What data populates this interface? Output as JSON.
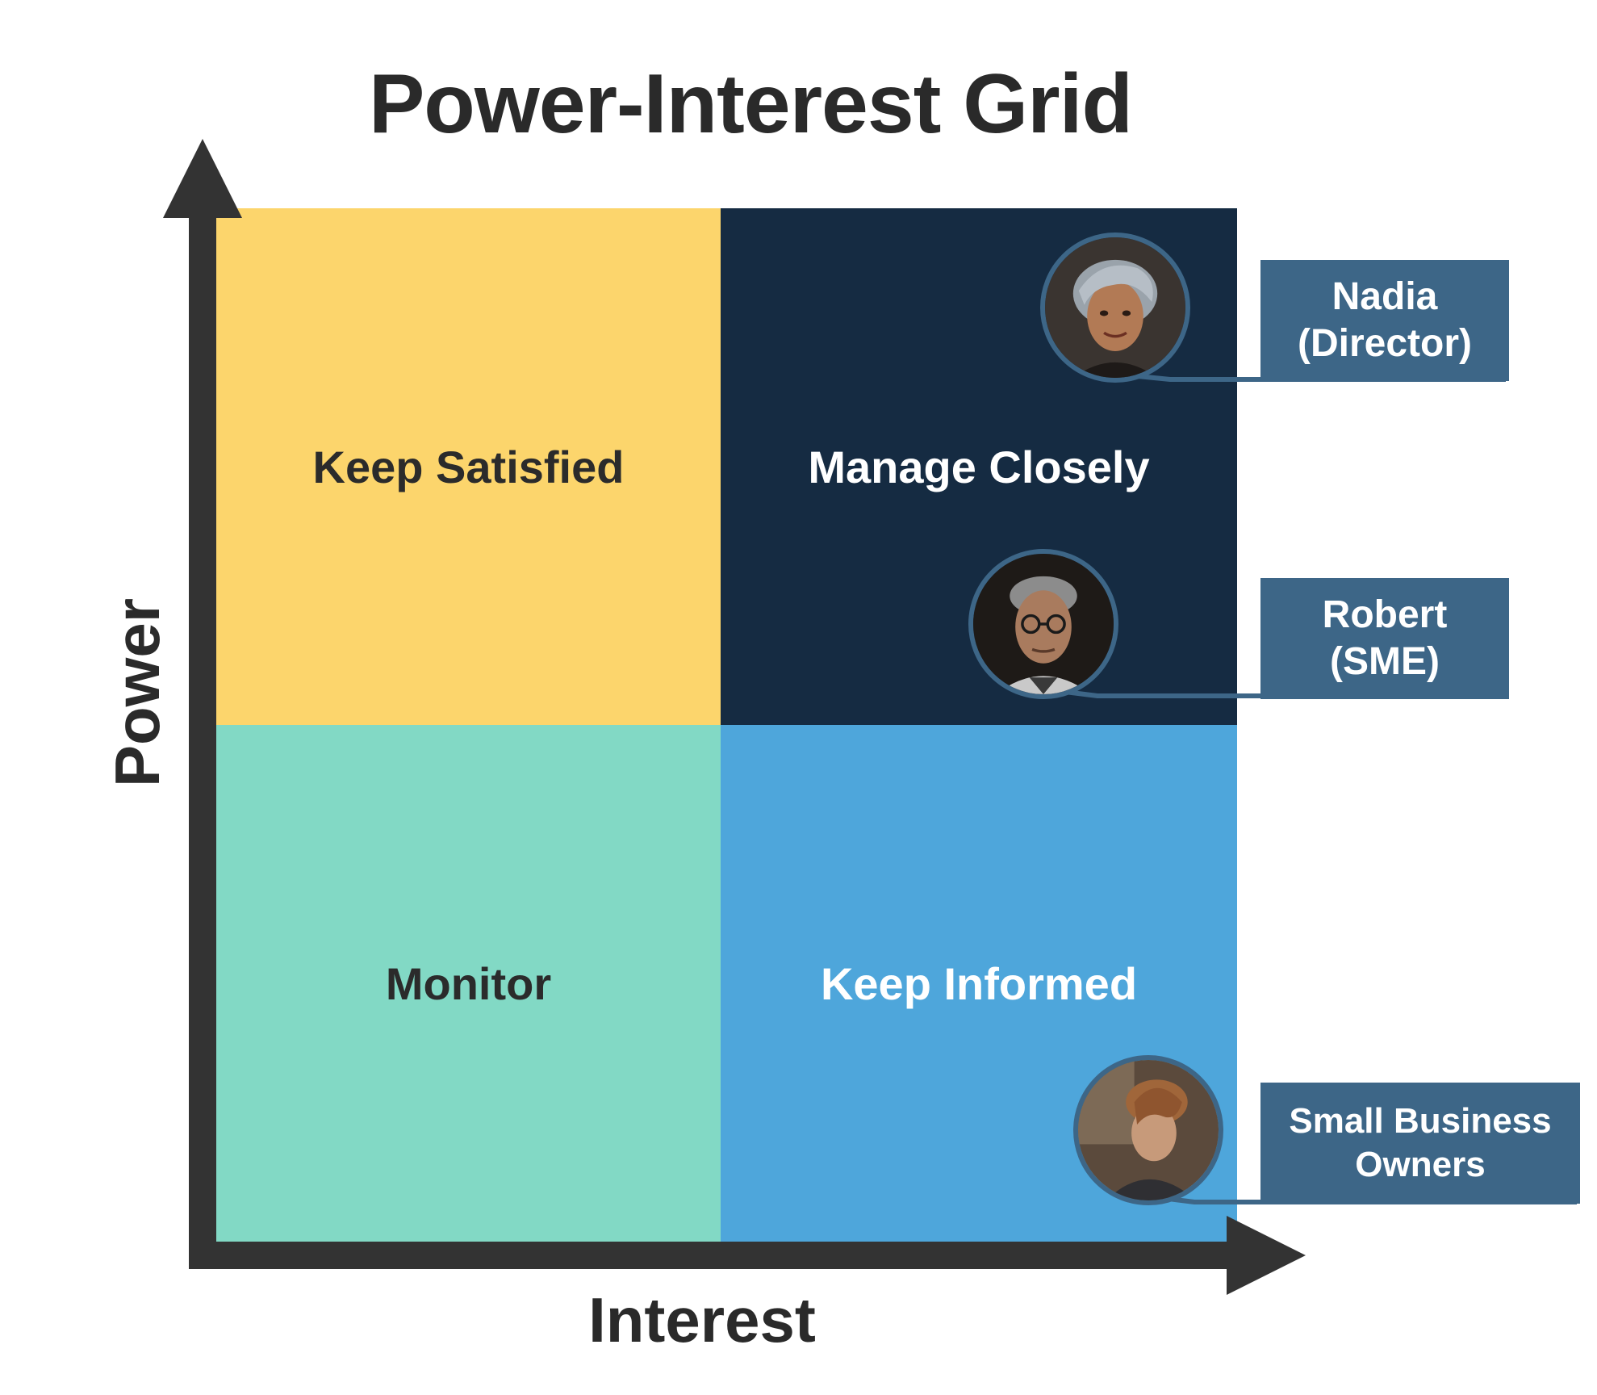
{
  "title": "Power-Interest Grid",
  "axes": {
    "y_label": "Power",
    "x_label": "Interest"
  },
  "quadrants": {
    "top_left": "Keep Satisfied",
    "top_right": "Manage Closely",
    "bottom_left": "Monitor",
    "bottom_right": "Keep Informed"
  },
  "stakeholders": [
    {
      "line1": "Nadia",
      "line2": "(Director)",
      "avatar_icon": "woman-portrait-icon"
    },
    {
      "line1": "Robert",
      "line2": "(SME)",
      "avatar_icon": "man-portrait-icon"
    },
    {
      "line1": "Small Business",
      "line2": "Owners",
      "avatar_icon": "business-owner-portrait-icon"
    }
  ],
  "colors": {
    "keep_satisfied": "#fcd56c",
    "manage_closely": "#152b42",
    "monitor": "#82d9c5",
    "keep_informed": "#4ea6db",
    "label_bg": "#3d6687",
    "axis": "#333333"
  }
}
